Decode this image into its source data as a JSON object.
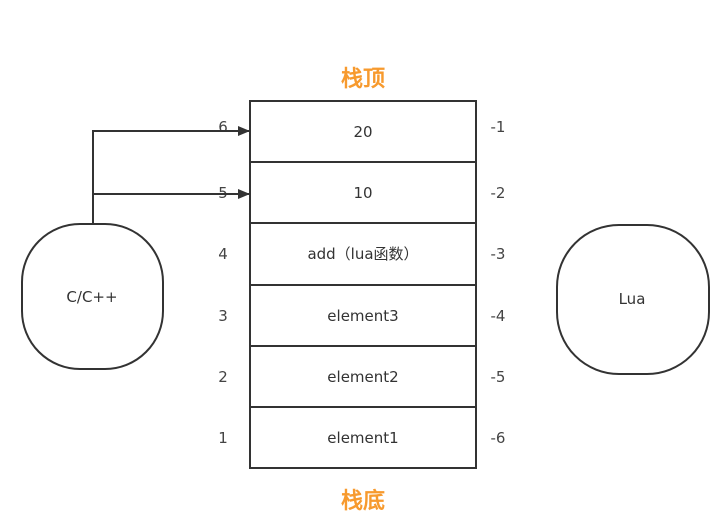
{
  "stack": {
    "top_label": "栈顶",
    "bottom_label": "栈底",
    "cells": [
      {
        "value": "20",
        "pos_index": "6",
        "neg_index": "-1"
      },
      {
        "value": "10",
        "pos_index": "5",
        "neg_index": "-2"
      },
      {
        "value": "add（lua函数）",
        "pos_index": "4",
        "neg_index": "-3"
      },
      {
        "value": "element3",
        "pos_index": "3",
        "neg_index": "-4"
      },
      {
        "value": "element2",
        "pos_index": "2",
        "neg_index": "-5"
      },
      {
        "value": "element1",
        "pos_index": "1",
        "neg_index": "-6"
      }
    ]
  },
  "actors": {
    "left": "C/C++",
    "right": "Lua"
  },
  "colors": {
    "title": "#f79a2e",
    "stroke": "#333333"
  }
}
